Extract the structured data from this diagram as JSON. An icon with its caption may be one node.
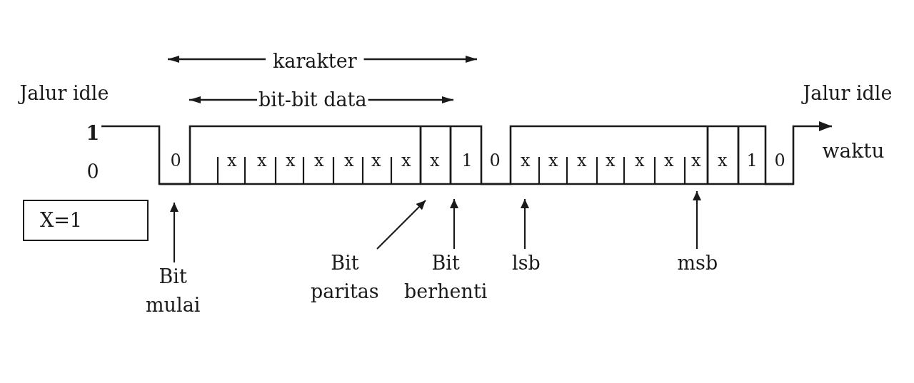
{
  "diagram": {
    "nodes": [
      {
        "text": [
          "X=1"
        ]
      },
      {
        "text": [
          "Bit mulai"
        ]
      },
      {
        "text": [
          "Bit paritas"
        ]
      },
      {
        "text": [
          "Bit berhenti"
        ]
      },
      {
        "text": [
          "lsb"
        ]
      },
      {
        "text": [
          "msb"
        ]
      }
    ],
    "edges": [
      {
        "from": 1,
        "to": null,
        "arrow": "to"
      },
      {
        "from": 2,
        "to": null,
        "arrow": "to"
      },
      {
        "from": 3,
        "to": null,
        "arrow": "to"
      },
      {
        "from": 4,
        "to": null,
        "arrow": "to"
      },
      {
        "from": 5,
        "to": null,
        "arrow": "to"
      }
    ],
    "labels": [
      "karakter",
      "Jalur idle",
      "bit-bit data",
      "Jalur idle",
      "1",
      "0",
      "0",
      "x",
      "x",
      "x",
      "x",
      "x",
      "x",
      "x",
      "x",
      "1",
      "0",
      "x",
      "x",
      "x",
      "x",
      "x",
      "x",
      "x",
      "x",
      "1",
      "0",
      "waktu"
    ]
  }
}
